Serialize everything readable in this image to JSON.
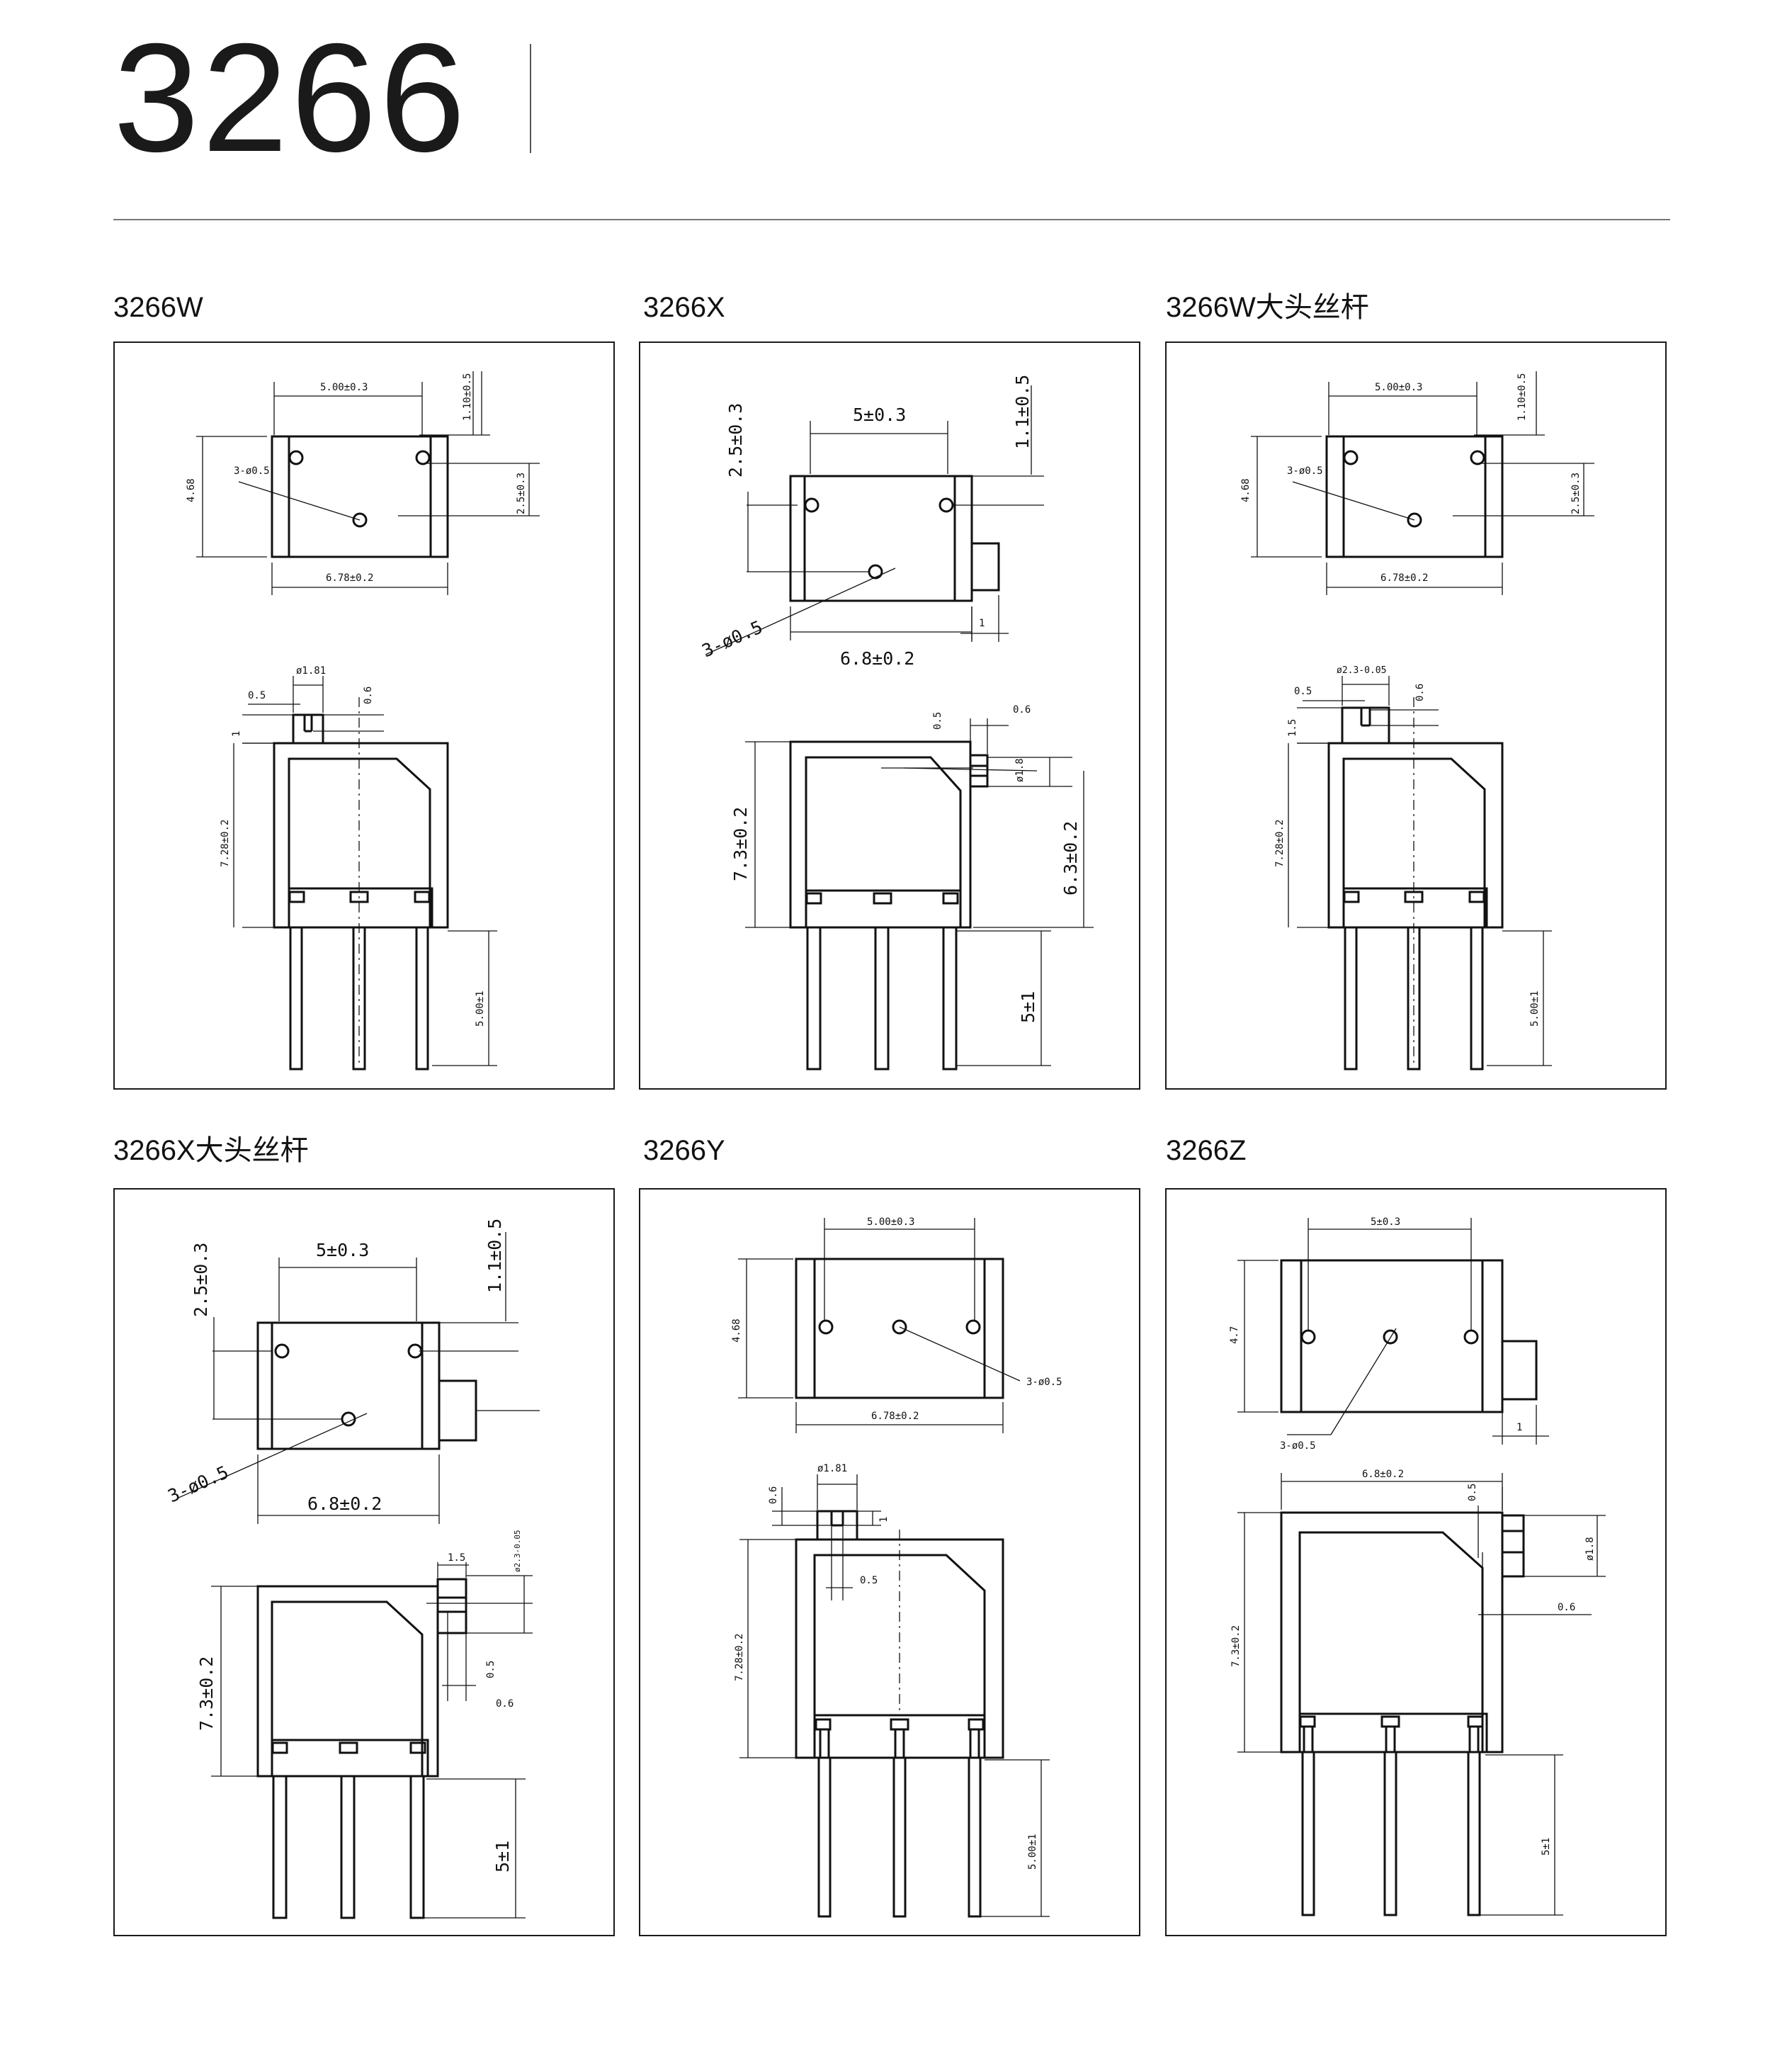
{
  "title": "3266",
  "variants": [
    {
      "name": "3266W",
      "top_view": {
        "width": "6.78±0.2",
        "pitch": "5.00±0.3",
        "height": "4.68",
        "offset_top": "1.10±0.5",
        "offset_side": "2.5±0.3",
        "holes": "3-ø0.5"
      },
      "side_view": {
        "shaft_dia": "ø1.81",
        "slot": "0.5",
        "slot_width": "0.6",
        "shaft_height": "1",
        "body_height": "7.28±0.2",
        "pin_length": "5.00±1"
      }
    },
    {
      "name": "3266X",
      "top_view": {
        "width": "6.8±0.2",
        "pitch": "5±0.3",
        "offset_side": "2.5±0.3",
        "offset_top": "1.1±0.5",
        "holes": "3-ø0.5",
        "knob_offset": "1"
      },
      "side_view": {
        "slot": "0.5",
        "slot_width": "0.6",
        "shaft_dia": "ø1.8",
        "body_height": "7.3±0.2",
        "shaft_offset": "6.3±0.2",
        "pin_length": "5±1"
      }
    },
    {
      "name": "3266W大头丝杆",
      "top_view": {
        "width": "6.78±0.2",
        "pitch": "5.00±0.3",
        "height": "4.68",
        "offset_top": "1.10±0.5",
        "offset_side": "2.5±0.3",
        "holes": "3-ø0.5"
      },
      "side_view": {
        "shaft_dia": "ø2.3-0.05",
        "slot": "0.5",
        "slot_width": "0.6",
        "shaft_height": "1.5",
        "body_height": "7.28±0.2",
        "pin_length": "5.00±1"
      }
    },
    {
      "name": "3266X大头丝杆",
      "top_view": {
        "width": "6.8±0.2",
        "pitch": "5±0.3",
        "offset_side": "2.5±0.3",
        "offset_top": "1.1±0.5",
        "holes": "3-ø0.5"
      },
      "side_view": {
        "shaft_height": "1.5",
        "shaft_dia": "ø2.3-0.05",
        "slot": "0.5",
        "slot_width": "0.6",
        "body_height": "7.3±0.2",
        "pin_length": "5±1"
      }
    },
    {
      "name": "3266Y",
      "top_view": {
        "width": "6.78±0.2",
        "pitch": "5.00±0.3",
        "height": "4.68",
        "holes": "3-ø0.5"
      },
      "side_view": {
        "shaft_dia": "ø1.81",
        "slot_width": "0.6",
        "shaft_height": "1",
        "slot": "0.5",
        "body_height": "7.28±0.2",
        "pin_length": "5.00±1"
      }
    },
    {
      "name": "3266Z",
      "top_view": {
        "width": "6.8±0.2",
        "pitch": "5±0.3",
        "height": "4.7",
        "holes": "3-ø0.5",
        "knob_offset": "1"
      },
      "side_view": {
        "slot": "0.5",
        "shaft_dia": "ø1.8",
        "slot_width": "0.6",
        "body_height": "7.3±0.2",
        "pin_length": "5±1"
      }
    }
  ]
}
